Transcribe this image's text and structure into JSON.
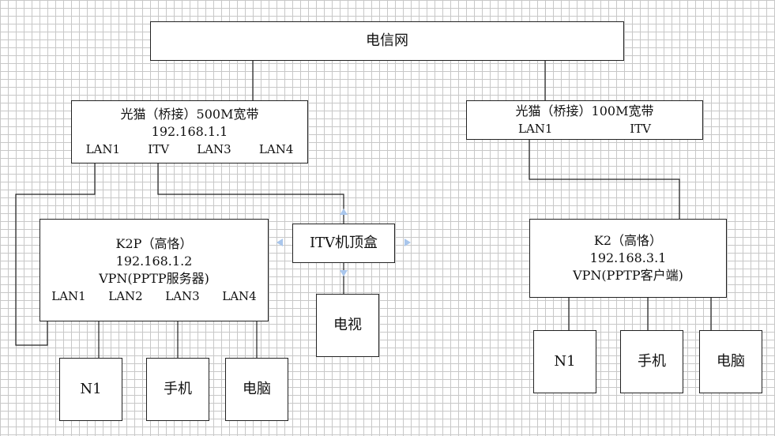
{
  "internet": {
    "label": "电信网"
  },
  "modem_left": {
    "title": "光猫（桥接）500M宽带",
    "ip": "192.168.1.1",
    "ports": [
      "LAN1",
      "ITV",
      "LAN3",
      "LAN4"
    ]
  },
  "modem_right": {
    "title": "光猫（桥接）100M宽带",
    "ports": [
      "LAN1",
      "ITV"
    ]
  },
  "router_left": {
    "title": "K2P（高恪）",
    "ip": "192.168.1.2",
    "role": "VPN(PPTP服务器)",
    "ports": [
      "LAN1",
      "LAN2",
      "LAN3",
      "LAN4"
    ]
  },
  "router_right": {
    "title": "K2（高恪）",
    "ip": "192.168.3.1",
    "role": "VPN(PPTP客户端)"
  },
  "itv_box": {
    "label": "ITV机顶盒"
  },
  "tv": {
    "label": "电视"
  },
  "left_devices": [
    "N1",
    "手机",
    "电脑"
  ],
  "right_devices": [
    "N1",
    "手机",
    "电脑"
  ],
  "colors": {
    "line": "#222222",
    "grid": "#c8c8c8",
    "handle": "#a9c6ec"
  }
}
